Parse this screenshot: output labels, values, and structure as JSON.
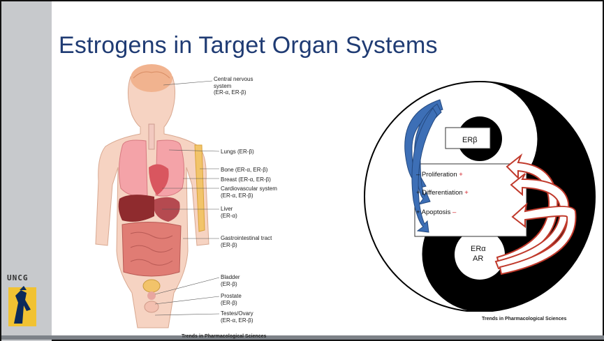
{
  "slide": {
    "title": "Estrogens in Target Organ Systems",
    "logo": {
      "text": "UNCG",
      "icon": "spartan-icon"
    }
  },
  "anatomy_figure": {
    "labels": {
      "cns": "Central nervous\nsystem\n(ER-α, ER-β)",
      "lungs": "Lungs (ER-β)",
      "bone": "Bone (ER-α, ER-β)",
      "breast": "Breast (ER-α, ER-β)",
      "cardio": "Cardiovascular system\n(ER-α, ER-β)",
      "liver": "Liver\n(ER-α)",
      "gi": "Gastrointestinal tract\n(ER-β)",
      "bladder": "Bladder\n(ER-β)",
      "prostate": "Prostate\n(ER-β)",
      "testes": "Testes/Ovary\n(ER-α, ER-β)"
    },
    "credit": "Trends in Pharmacological Sciences"
  },
  "yin_yang_figure": {
    "er_beta": "ERβ",
    "er_alpha": "ERα",
    "ar": "AR",
    "items": [
      {
        "text": "– Proliferation",
        "sign": "+"
      },
      {
        "text": "+ Differentiation",
        "sign": "+"
      },
      {
        "text": "+ Apoptosis",
        "sign": "–"
      }
    ],
    "credit": "Trends in Pharmacological Sciences"
  }
}
